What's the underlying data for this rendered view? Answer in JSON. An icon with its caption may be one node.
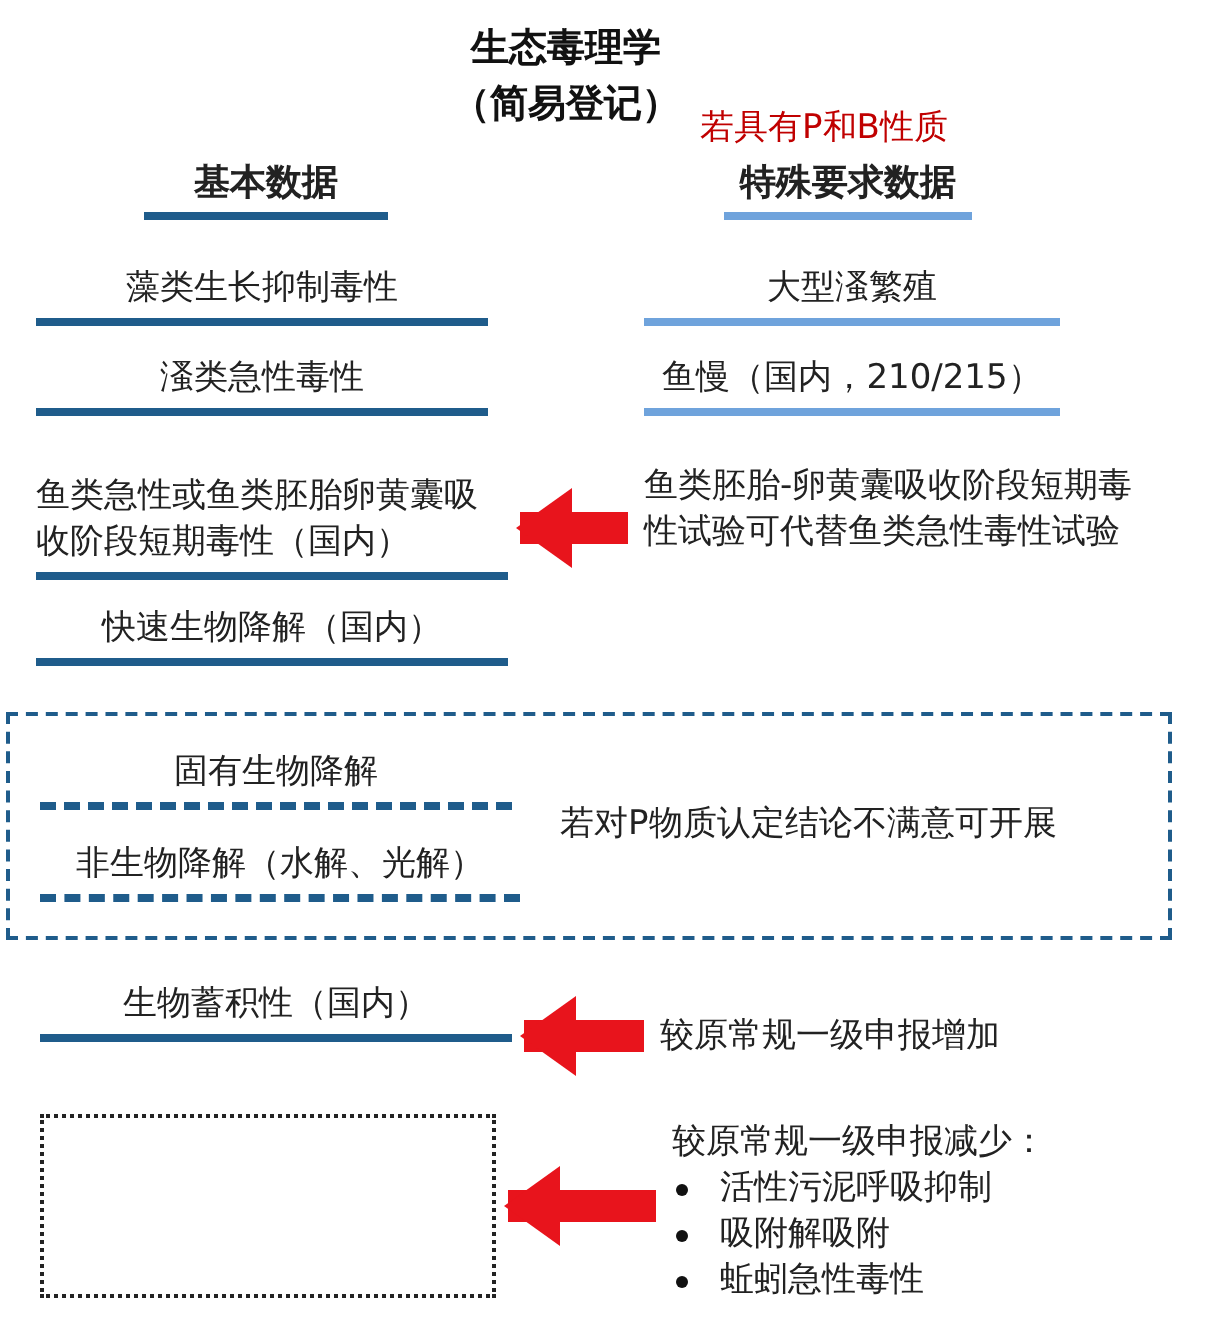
{
  "diagram": {
    "title": "生态毒理学（简易登记）",
    "nodes": [
      {
        "text": [
          "基本数据"
        ]
      },
      {
        "text": [
          "特殊要求数据"
        ],
        "beside": [
          "若具有P和B性质"
        ]
      },
      {
        "text": [
          "藻类生长抑制毒性"
        ]
      },
      {
        "text": [
          "大型溞繁殖"
        ]
      },
      {
        "text": [
          "溞类急性毒性"
        ]
      },
      {
        "text": [
          "鱼慢（国内，210/215）"
        ]
      },
      {
        "text": [
          "鱼类急性或鱼类胚胎卵黄囊吸收阶段短期毒性（国内）"
        ]
      },
      {
        "text": [
          "鱼类胚胎-卵黄囊吸收阶段短期毒性试验可代替鱼类急性毒性试验"
        ]
      },
      {
        "text": [
          "快速生物降解（国内）"
        ]
      },
      {
        "text": [
          "若对P物质认定结论不满意可开展"
        ]
      },
      {
        "text": [
          "固有生物降解"
        ],
        "in": 9
      },
      {
        "text": [
          "非生物降解（水解、光解）"
        ],
        "in": 9
      },
      {
        "text": [
          "生物蓄积性（国内）"
        ]
      },
      {
        "text": [
          "较原常规一级申报增加"
        ]
      },
      {
        "text": [],
        "shape": "box"
      },
      {
        "text": [
          "较原常规一级申报减少：",
          "活性污泥呼吸抑制",
          "吸附解吸附",
          "蚯蚓急性毒性"
        ]
      }
    ],
    "edges": [
      {
        "from": 7,
        "to": 6,
        "arrow": "to"
      },
      {
        "from": 13,
        "to": 12,
        "arrow": "to"
      },
      {
        "from": 15,
        "to": 14,
        "arrow": "to"
      }
    ]
  }
}
